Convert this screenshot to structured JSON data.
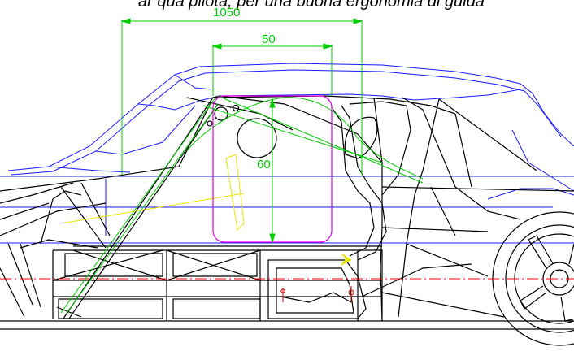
{
  "header": {
    "cut_text": "ar qua pilota, per una buona ergonomia di guida"
  },
  "dimensions": {
    "overall_width": "1050",
    "seat_width": "50",
    "seat_height": "60"
  },
  "colors": {
    "body_outline": "#1a1aff",
    "cage_tubes": "#000000",
    "dimension_lines": "#00cc00",
    "seat_outline": "#e000e0",
    "centerline": "#ff0000",
    "steering_column": "#e6e600"
  }
}
